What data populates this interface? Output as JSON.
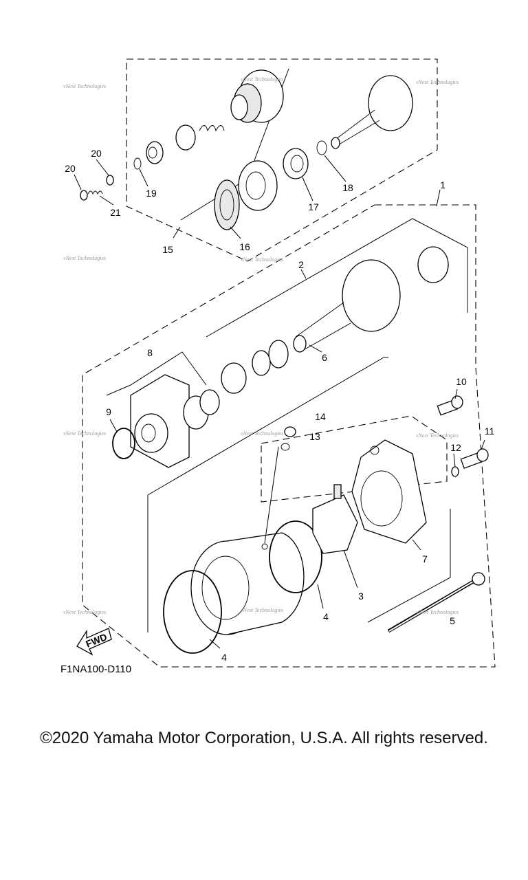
{
  "diagram": {
    "code": "F1NA100-D110",
    "direction_label": "FWD",
    "watermark": "vNext Technologies",
    "callouts": [
      "1",
      "2",
      "3",
      "4",
      "4",
      "5",
      "6",
      "7",
      "8",
      "9",
      "10",
      "11",
      "12",
      "13",
      "14",
      "15",
      "16",
      "17",
      "18",
      "19",
      "20",
      "20",
      "21"
    ]
  },
  "footer": {
    "copyright": "©2020 Yamaha Motor Corporation, U.S.A. All rights reserved."
  }
}
